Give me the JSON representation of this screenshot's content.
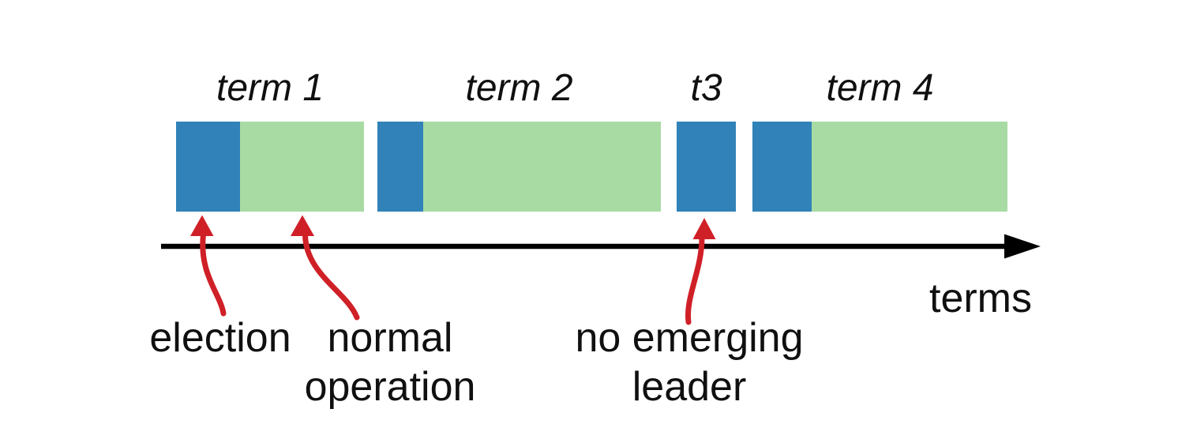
{
  "terms": [
    {
      "label": "term 1",
      "has_election": true,
      "has_normal_operation": true
    },
    {
      "label": "term 2",
      "has_election": true,
      "has_normal_operation": true
    },
    {
      "label": "t3",
      "has_election": true,
      "has_normal_operation": false
    },
    {
      "label": "term 4",
      "has_election": true,
      "has_normal_operation": true
    }
  ],
  "axis": {
    "label": "terms"
  },
  "annotations": {
    "election": "election",
    "normal_operation_line1": "normal",
    "normal_operation_line2": "operation",
    "no_leader_line1": "no emerging",
    "no_leader_line2": "leader"
  },
  "colors": {
    "election": "#3182b8",
    "normal": "#a8dba3",
    "arrow": "#d02027",
    "axis": "#000000"
  }
}
